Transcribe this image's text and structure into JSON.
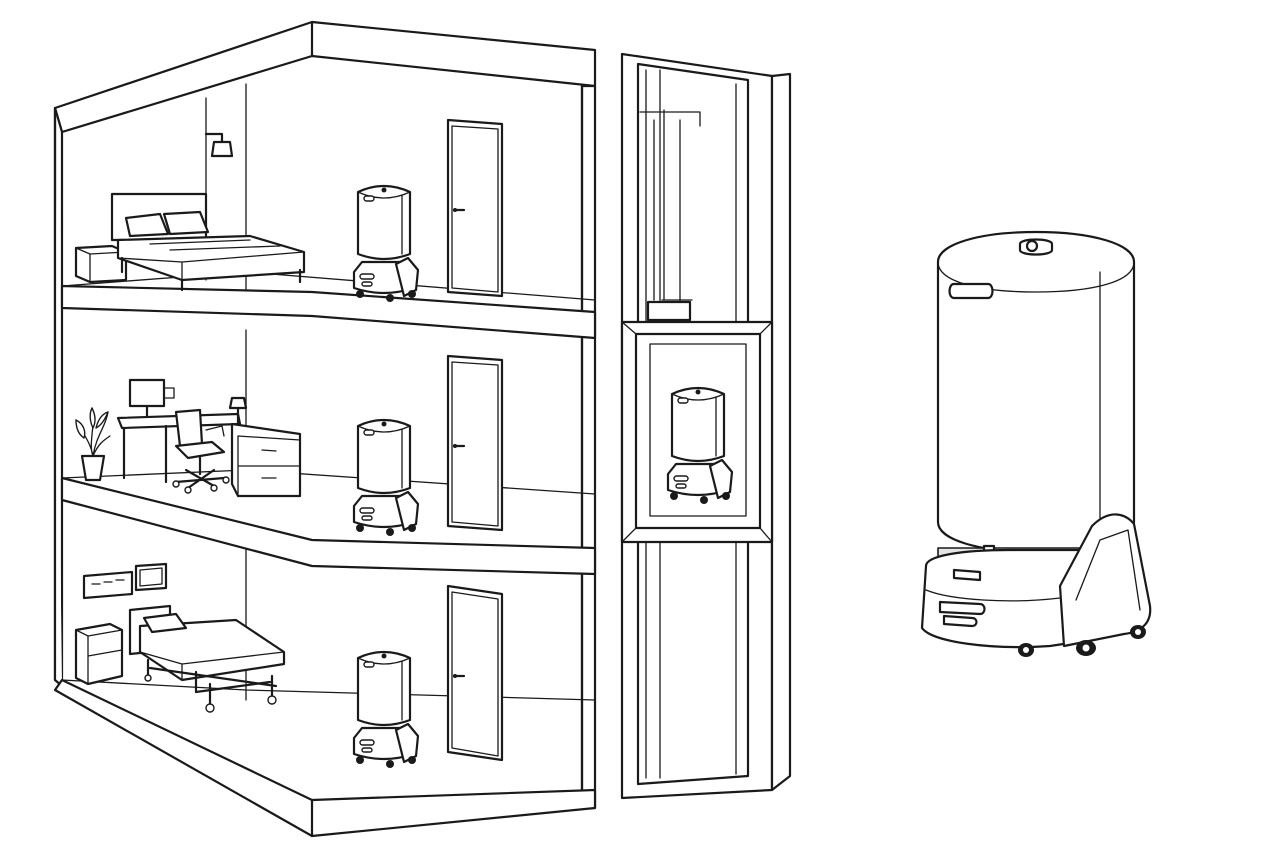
{
  "floors": [
    {
      "id": "top",
      "room": "bedroom"
    },
    {
      "id": "middle",
      "room": "office"
    },
    {
      "id": "bottom",
      "room": "hospital-ward"
    }
  ],
  "robot_positions": [
    "top-floor",
    "middle-floor",
    "bottom-floor",
    "elevator-car"
  ],
  "elements": [
    "building-cutaway",
    "elevator-shaft",
    "elevator-car",
    "delivery-robot-closeup"
  ],
  "colors": {
    "line": "#1a1a1a",
    "fill": "#ffffff",
    "shade": "#e6e6e6"
  }
}
